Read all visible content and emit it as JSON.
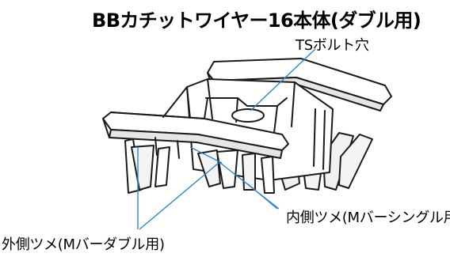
{
  "diagram": {
    "title": "BBカチットワイヤー16本体(ダブル用)",
    "callouts": {
      "bolt_hole": "TSボルト穴",
      "inner_claw": "内側ツメ(Mバーシングル用)",
      "outer_claw": "外側ツメ(Mバーダブル用)"
    },
    "colors": {
      "outline": "#1a1a1a",
      "leader_line": "#2f86c8",
      "fill": "#ffffff",
      "shade": "#e6e6e6"
    }
  }
}
